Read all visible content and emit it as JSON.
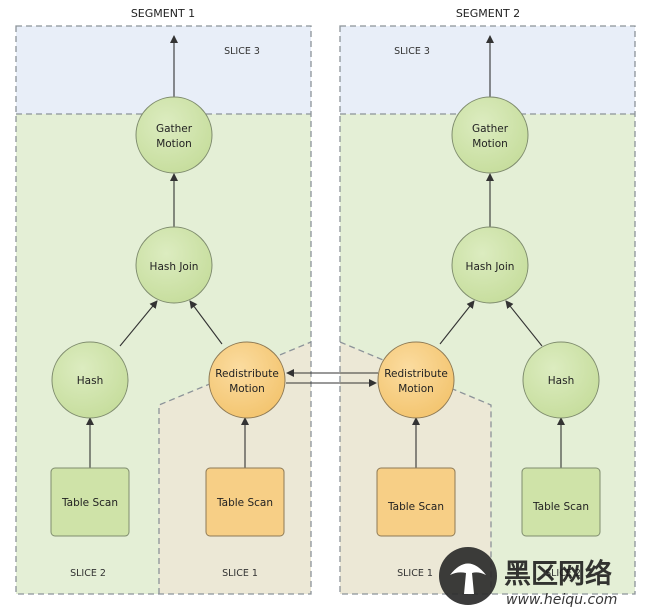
{
  "segments": [
    {
      "title": "SEGMENT 1"
    },
    {
      "title": "SEGMENT 2"
    }
  ],
  "slices": {
    "seg1_top": "SLICE 3",
    "seg1_left": "SLICE 2",
    "seg1_right": "SLICE 1",
    "seg2_top": "SLICE 3",
    "seg2_left": "SLICE 1",
    "seg2_right": "SLICE 2"
  },
  "nodes": {
    "s1_gather": [
      "Gather",
      "Motion"
    ],
    "s1_hashjoin": [
      "Hash Join"
    ],
    "s1_hash": [
      "Hash"
    ],
    "s1_redistribute": [
      "Redistribute",
      "Motion"
    ],
    "s1_scan_left": [
      "Table Scan"
    ],
    "s1_scan_right": [
      "Table Scan"
    ],
    "s2_gather": [
      "Gather",
      "Motion"
    ],
    "s2_hashjoin": [
      "Hash Join"
    ],
    "s2_hash": [
      "Hash"
    ],
    "s2_redistribute": [
      "Redistribute",
      "Motion"
    ],
    "s2_scan_left": [
      "Table Scan"
    ],
    "s2_scan_right": [
      "Table Scan"
    ]
  },
  "watermark": {
    "title": "黑区网络",
    "url": "www.heiqu.com"
  },
  "colors": {
    "slice3_fill": "#e8eef8",
    "green_fill": "#e4efd6",
    "beige_fill": "#ece8d6",
    "green_node": "#cfe3a8",
    "orange_node": "#f7cf86",
    "border": "#8c9399"
  }
}
